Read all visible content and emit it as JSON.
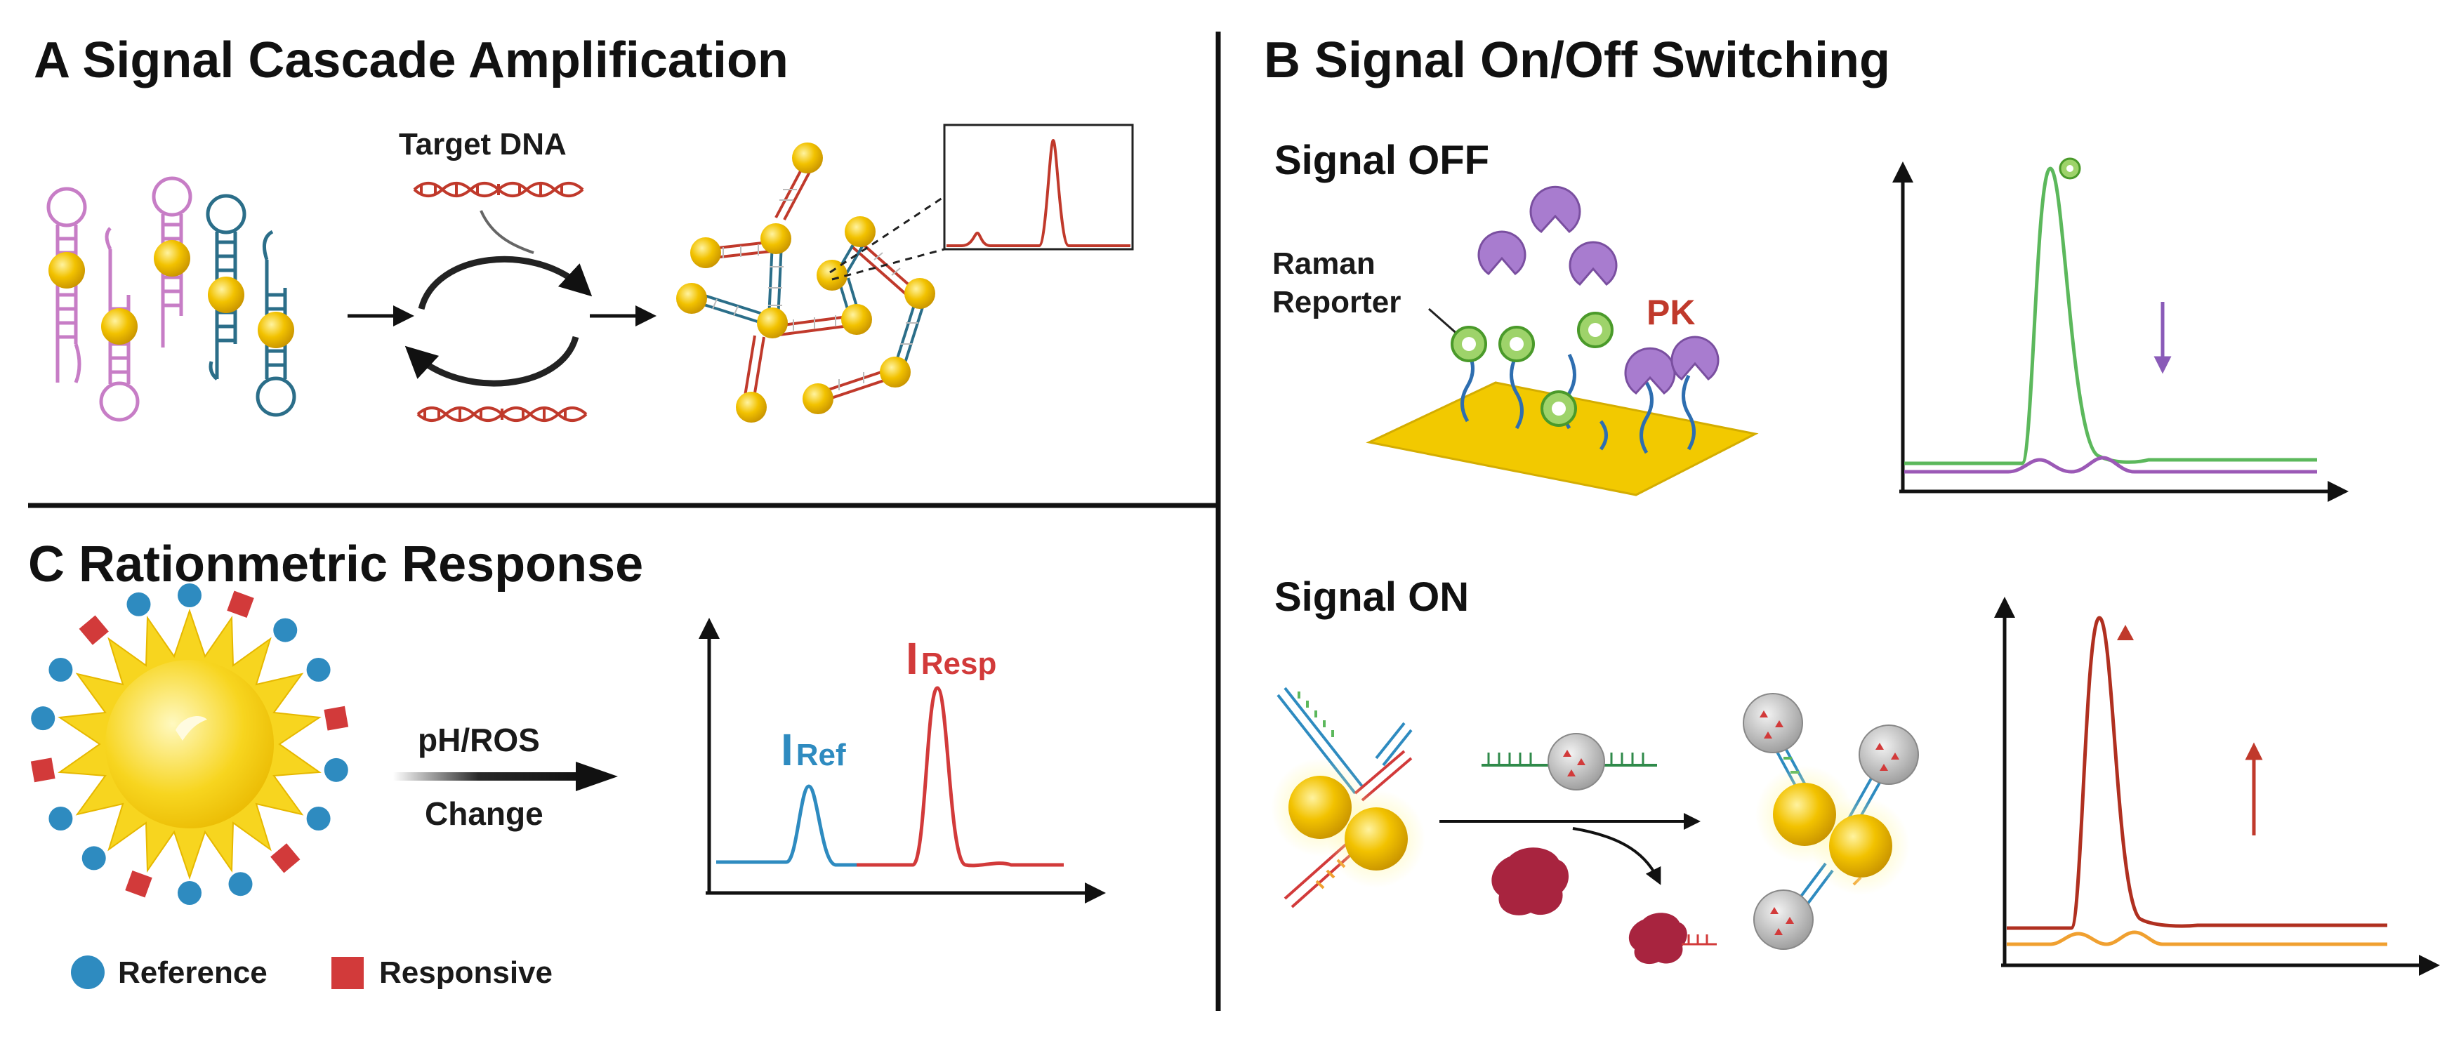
{
  "panels": {
    "a": {
      "title": "A Signal Cascade Amplification",
      "target_label": "Target DNA"
    },
    "b": {
      "title": "B Signal On/Off Switching",
      "off_title": "Signal OFF",
      "reporter_label_1": "Raman",
      "reporter_label_2": "Reporter",
      "pk_label": "PK",
      "on_title": "Signal ON"
    },
    "c": {
      "title": "C Rationmetric Response",
      "stimulus_1": "pH/ROS",
      "stimulus_2": "Change",
      "ref_main": "I",
      "ref_sub": "Ref",
      "resp_main": "I",
      "resp_sub": "Resp",
      "legend_reference": "Reference",
      "legend_responsive": "Responsive"
    }
  },
  "colors": {
    "gold": "#f2c200",
    "hairpin_pink": "#c77dc6",
    "hairpin_teal": "#2b6e89",
    "spectrum_red": "#c0392b",
    "reference_blue": "#2e8bc0",
    "responsive_red": "#d23a3a",
    "signal_green": "#5cb85c",
    "protein_purple": "#9b59b6",
    "enzyme_crimson": "#a8243f",
    "baseline_orange": "#f0a030"
  }
}
